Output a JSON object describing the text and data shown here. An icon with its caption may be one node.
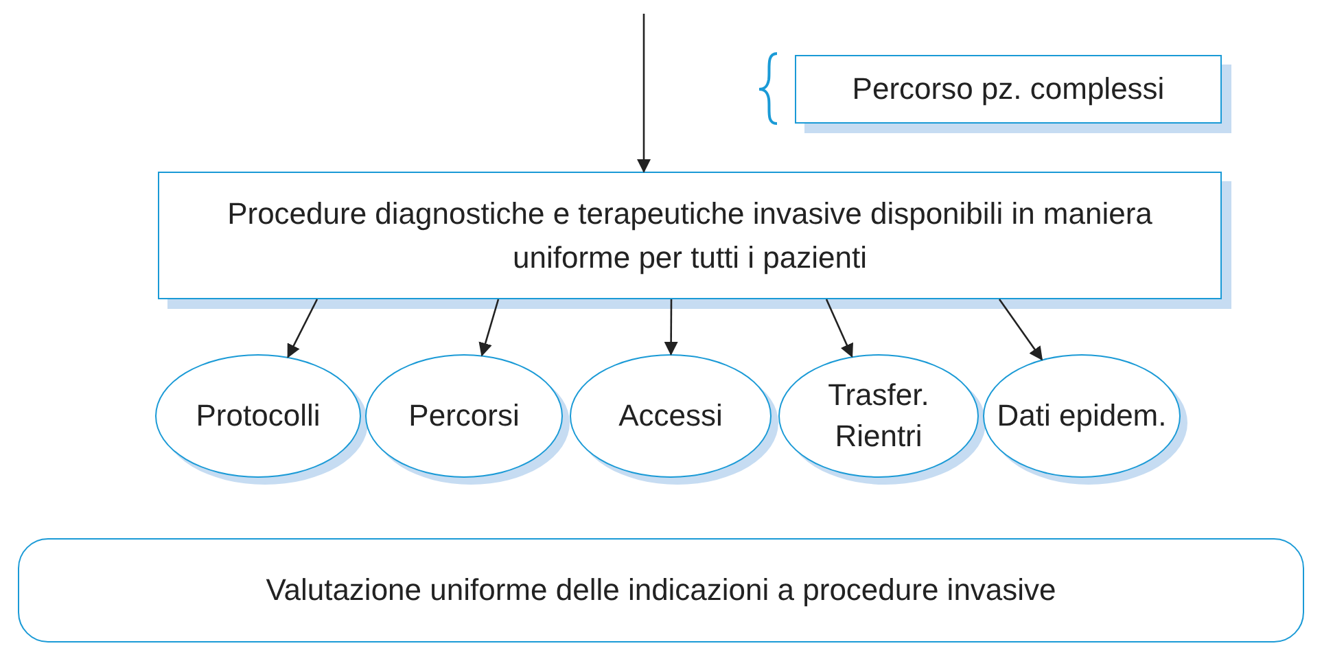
{
  "diagram": {
    "nodes": [
      {
        "text": [
          "Percorso pz. complessi"
        ]
      },
      {
        "text": [
          "Procedure diagnostiche e terapeutiche invasive disponibili in maniera uniforme per tutti i pazienti"
        ]
      },
      {
        "text": [
          "Protocolli"
        ]
      },
      {
        "text": [
          "Percorsi"
        ]
      },
      {
        "text": [
          "Accessi"
        ]
      },
      {
        "text": [
          "Trasfer. Rientri"
        ]
      },
      {
        "text": [
          "Dati epidem."
        ]
      },
      {
        "text": [
          "Valutazione uniforme delle indicazioni a procedure invasive"
        ]
      }
    ],
    "edges": [
      {
        "from": null,
        "to": 1,
        "arrow": "to"
      },
      {
        "from": 1,
        "to": 2,
        "arrow": "to"
      },
      {
        "from": 1,
        "to": 3,
        "arrow": "to"
      },
      {
        "from": 1,
        "to": 4,
        "arrow": "to"
      },
      {
        "from": 1,
        "to": 5,
        "arrow": "to"
      },
      {
        "from": 1,
        "to": 6,
        "arrow": "to"
      }
    ]
  }
}
